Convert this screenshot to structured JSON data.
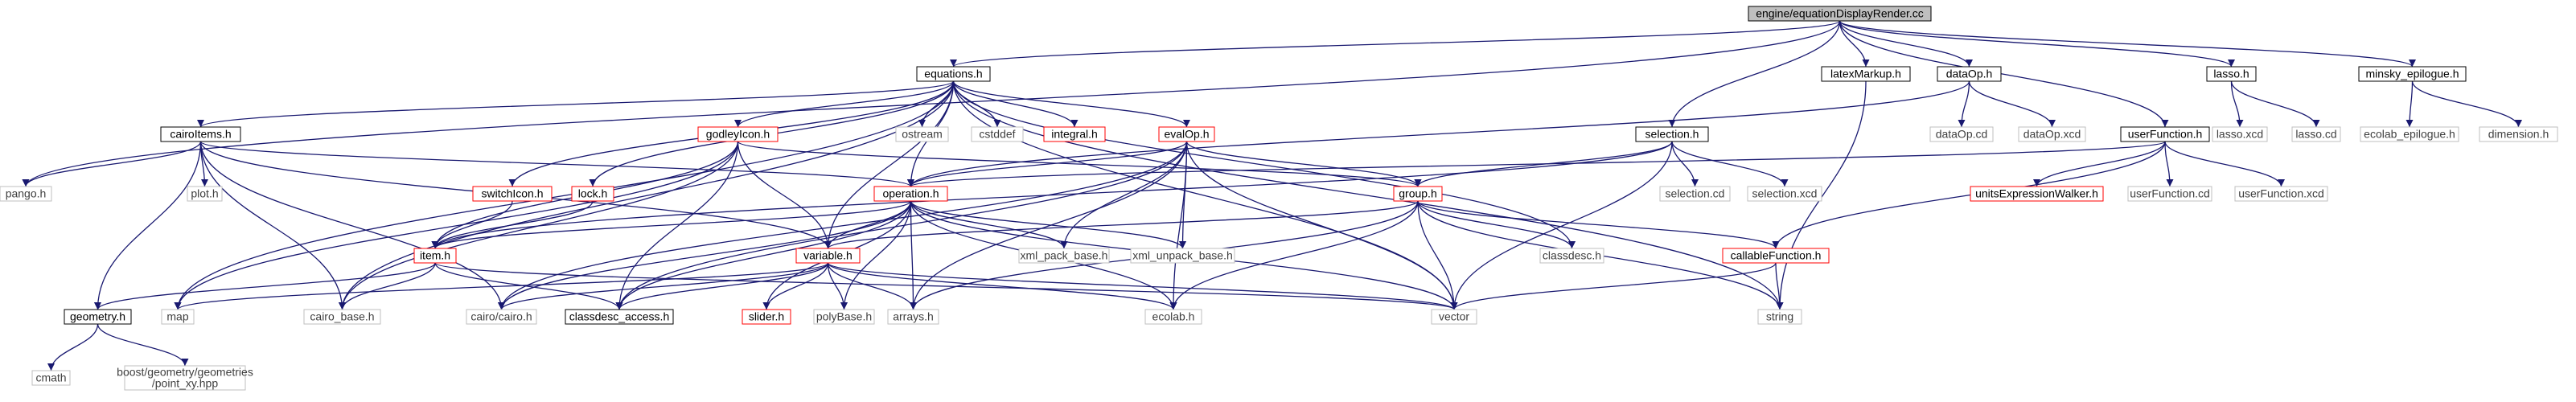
{
  "diagram": {
    "colors": {
      "edge": "#191970",
      "box_border": "#000000",
      "red_border": "#ff0000",
      "root_fill": "#bfbfbf",
      "sys_border": "#bfbfbf",
      "text": "#000000",
      "sys_text": "#3f3f3f"
    },
    "nodes": [
      {
        "id": "root",
        "label": "engine/equationDisplayRender.cc",
        "style": "root"
      },
      {
        "id": "equations_h",
        "label": "equations.h",
        "style": "box"
      },
      {
        "id": "latexMarkup_h",
        "label": "latexMarkup.h",
        "style": "box"
      },
      {
        "id": "dataOp_h",
        "label": "dataOp.h",
        "style": "box"
      },
      {
        "id": "lasso_h",
        "label": "lasso.h",
        "style": "box"
      },
      {
        "id": "minsky_epilogue_h",
        "label": "minsky_epilogue.h",
        "style": "box"
      },
      {
        "id": "cairoItems_h",
        "label": "cairoItems.h",
        "style": "box"
      },
      {
        "id": "godleyIcon_h",
        "label": "godleyIcon.h",
        "style": "red"
      },
      {
        "id": "ostream",
        "label": "ostream",
        "style": "sys"
      },
      {
        "id": "cstddef",
        "label": "cstddef",
        "style": "sys"
      },
      {
        "id": "integral_h",
        "label": "integral.h",
        "style": "red"
      },
      {
        "id": "evalOp_h",
        "label": "evalOp.h",
        "style": "red"
      },
      {
        "id": "selection_h",
        "label": "selection.h",
        "style": "box"
      },
      {
        "id": "userFunction_h",
        "label": "userFunction.h",
        "style": "box"
      },
      {
        "id": "dataOp_cd",
        "label": "dataOp.cd",
        "style": "sys"
      },
      {
        "id": "dataOp_xcd",
        "label": "dataOp.xcd",
        "style": "sys"
      },
      {
        "id": "lasso_xcd",
        "label": "lasso.xcd",
        "style": "sys"
      },
      {
        "id": "lasso_cd",
        "label": "lasso.cd",
        "style": "sys"
      },
      {
        "id": "ecolab_epilogue_h",
        "label": "ecolab_epilogue.h",
        "style": "sys"
      },
      {
        "id": "dimension_h",
        "label": "dimension.h",
        "style": "sys"
      },
      {
        "id": "pango_h",
        "label": "pango.h",
        "style": "sys"
      },
      {
        "id": "plot_h",
        "label": "plot.h",
        "style": "sys"
      },
      {
        "id": "switchIcon_h",
        "label": "switchIcon.h",
        "style": "red"
      },
      {
        "id": "lock_h",
        "label": "lock.h",
        "style": "red"
      },
      {
        "id": "operation_h",
        "label": "operation.h",
        "style": "red"
      },
      {
        "id": "group_h",
        "label": "group.h",
        "style": "red"
      },
      {
        "id": "selection_cd",
        "label": "selection.cd",
        "style": "sys"
      },
      {
        "id": "selection_xcd",
        "label": "selection.xcd",
        "style": "sys"
      },
      {
        "id": "unitsExpressionWalker_h",
        "label": "unitsExpressionWalker.h",
        "style": "red"
      },
      {
        "id": "userFunction_cd",
        "label": "userFunction.cd",
        "style": "sys"
      },
      {
        "id": "userFunction_xcd",
        "label": "userFunction.xcd",
        "style": "sys"
      },
      {
        "id": "item_h",
        "label": "item.h",
        "style": "red"
      },
      {
        "id": "variable_h",
        "label": "variable.h",
        "style": "red"
      },
      {
        "id": "xml_pack_base_h",
        "label": "xml_pack_base.h",
        "style": "sys"
      },
      {
        "id": "xml_unpack_base_h",
        "label": "xml_unpack_base.h",
        "style": "sys"
      },
      {
        "id": "classdesc_h",
        "label": "classdesc.h",
        "style": "sys"
      },
      {
        "id": "callableFunction_h",
        "label": "callableFunction.h",
        "style": "red"
      },
      {
        "id": "geometry_h",
        "label": "geometry.h",
        "style": "box"
      },
      {
        "id": "map",
        "label": "map",
        "style": "sys"
      },
      {
        "id": "cairo_base_h",
        "label": "cairo_base.h",
        "style": "sys"
      },
      {
        "id": "cairo_cairo_h",
        "label": "cairo/cairo.h",
        "style": "sys"
      },
      {
        "id": "classdesc_access_h",
        "label": "classdesc_access.h",
        "style": "box"
      },
      {
        "id": "slider_h",
        "label": "slider.h",
        "style": "red"
      },
      {
        "id": "polyBase_h",
        "label": "polyBase.h",
        "style": "sys"
      },
      {
        "id": "arrays_h",
        "label": "arrays.h",
        "style": "sys"
      },
      {
        "id": "ecolab_h",
        "label": "ecolab.h",
        "style": "sys"
      },
      {
        "id": "vector",
        "label": "vector",
        "style": "sys"
      },
      {
        "id": "string",
        "label": "string",
        "style": "sys"
      },
      {
        "id": "cmath",
        "label": "cmath",
        "style": "sys"
      },
      {
        "id": "boost_point_xy",
        "label": [
          "boost/geometry/geometries",
          "/point_xy.hpp"
        ],
        "style": "sys"
      }
    ],
    "edges": [
      [
        "root",
        "equations_h"
      ],
      [
        "root",
        "latexMarkup_h"
      ],
      [
        "root",
        "dataOp_h"
      ],
      [
        "root",
        "lasso_h"
      ],
      [
        "root",
        "minsky_epilogue_h"
      ],
      [
        "root",
        "selection_h"
      ],
      [
        "root",
        "userFunction_h"
      ],
      [
        "root",
        "pango_h"
      ],
      [
        "equations_h",
        "cairoItems_h"
      ],
      [
        "equations_h",
        "godleyIcon_h"
      ],
      [
        "equations_h",
        "ostream"
      ],
      [
        "equations_h",
        "cstddef"
      ],
      [
        "equations_h",
        "integral_h"
      ],
      [
        "equations_h",
        "evalOp_h"
      ],
      [
        "equations_h",
        "switchIcon_h"
      ],
      [
        "equations_h",
        "lock_h"
      ],
      [
        "equations_h",
        "operation_h"
      ],
      [
        "equations_h",
        "classdesc_h"
      ],
      [
        "equations_h",
        "map"
      ],
      [
        "equations_h",
        "string"
      ],
      [
        "equations_h",
        "vector"
      ],
      [
        "equations_h",
        "cairo_base_h"
      ],
      [
        "equations_h",
        "variable_h"
      ],
      [
        "latexMarkup_h",
        "string"
      ],
      [
        "dataOp_h",
        "dataOp_cd"
      ],
      [
        "dataOp_h",
        "dataOp_xcd"
      ],
      [
        "dataOp_h",
        "operation_h"
      ],
      [
        "lasso_h",
        "lasso_xcd"
      ],
      [
        "lasso_h",
        "lasso_cd"
      ],
      [
        "minsky_epilogue_h",
        "ecolab_epilogue_h"
      ],
      [
        "minsky_epilogue_h",
        "dimension_h"
      ],
      [
        "cairoItems_h",
        "pango_h"
      ],
      [
        "cairoItems_h",
        "plot_h"
      ],
      [
        "cairoItems_h",
        "geometry_h"
      ],
      [
        "cairoItems_h",
        "cairo_base_h"
      ],
      [
        "cairoItems_h",
        "cairo_cairo_h"
      ],
      [
        "cairoItems_h",
        "operation_h"
      ],
      [
        "cairoItems_h",
        "variable_h"
      ],
      [
        "godleyIcon_h",
        "item_h"
      ],
      [
        "godleyIcon_h",
        "variable_h"
      ],
      [
        "godleyIcon_h",
        "map"
      ],
      [
        "godleyIcon_h",
        "cairo_base_h"
      ],
      [
        "godleyIcon_h",
        "classdesc_access_h"
      ],
      [
        "godleyIcon_h",
        "group_h"
      ],
      [
        "evalOp_h",
        "operation_h"
      ],
      [
        "evalOp_h",
        "group_h"
      ],
      [
        "evalOp_h",
        "xml_pack_base_h"
      ],
      [
        "evalOp_h",
        "xml_unpack_base_h"
      ],
      [
        "evalOp_h",
        "vector"
      ],
      [
        "evalOp_h",
        "ecolab_h"
      ],
      [
        "evalOp_h",
        "arrays_h"
      ],
      [
        "evalOp_h",
        "cairo_cairo_h"
      ],
      [
        "evalOp_h",
        "classdesc_access_h"
      ],
      [
        "selection_h",
        "selection_cd"
      ],
      [
        "selection_h",
        "selection_xcd"
      ],
      [
        "selection_h",
        "group_h"
      ],
      [
        "selection_h",
        "vector"
      ],
      [
        "selection_h",
        "item_h"
      ],
      [
        "userFunction_h",
        "unitsExpressionWalker_h"
      ],
      [
        "userFunction_h",
        "userFunction_cd"
      ],
      [
        "userFunction_h",
        "userFunction_xcd"
      ],
      [
        "userFunction_h",
        "callableFunction_h"
      ],
      [
        "userFunction_h",
        "operation_h"
      ],
      [
        "switchIcon_h",
        "item_h"
      ],
      [
        "lock_h",
        "item_h"
      ],
      [
        "operation_h",
        "item_h"
      ],
      [
        "operation_h",
        "variable_h"
      ],
      [
        "operation_h",
        "xml_pack_base_h"
      ],
      [
        "operation_h",
        "xml_unpack_base_h"
      ],
      [
        "operation_h",
        "classdesc_access_h"
      ],
      [
        "operation_h",
        "cairo_cairo_h"
      ],
      [
        "operation_h",
        "slider_h"
      ],
      [
        "operation_h",
        "polyBase_h"
      ],
      [
        "operation_h",
        "arrays_h"
      ],
      [
        "operation_h",
        "ecolab_h"
      ],
      [
        "operation_h",
        "vector"
      ],
      [
        "group_h",
        "variable_h"
      ],
      [
        "group_h",
        "classdesc_h"
      ],
      [
        "group_h",
        "callableFunction_h"
      ],
      [
        "group_h",
        "vector"
      ],
      [
        "group_h",
        "ecolab_h"
      ],
      [
        "group_h",
        "string"
      ],
      [
        "group_h",
        "arrays_h"
      ],
      [
        "item_h",
        "geometry_h"
      ],
      [
        "item_h",
        "cairo_base_h"
      ],
      [
        "item_h",
        "classdesc_access_h"
      ],
      [
        "item_h",
        "vector"
      ],
      [
        "variable_h",
        "map"
      ],
      [
        "variable_h",
        "slider_h"
      ],
      [
        "variable_h",
        "polyBase_h"
      ],
      [
        "variable_h",
        "arrays_h"
      ],
      [
        "variable_h",
        "classdesc_access_h"
      ],
      [
        "variable_h",
        "ecolab_h"
      ],
      [
        "variable_h",
        "cairo_cairo_h"
      ],
      [
        "variable_h",
        "vector"
      ],
      [
        "callableFunction_h",
        "vector"
      ],
      [
        "callableFunction_h",
        "string"
      ],
      [
        "geometry_h",
        "cmath"
      ],
      [
        "geometry_h",
        "boost_point_xy"
      ]
    ]
  }
}
